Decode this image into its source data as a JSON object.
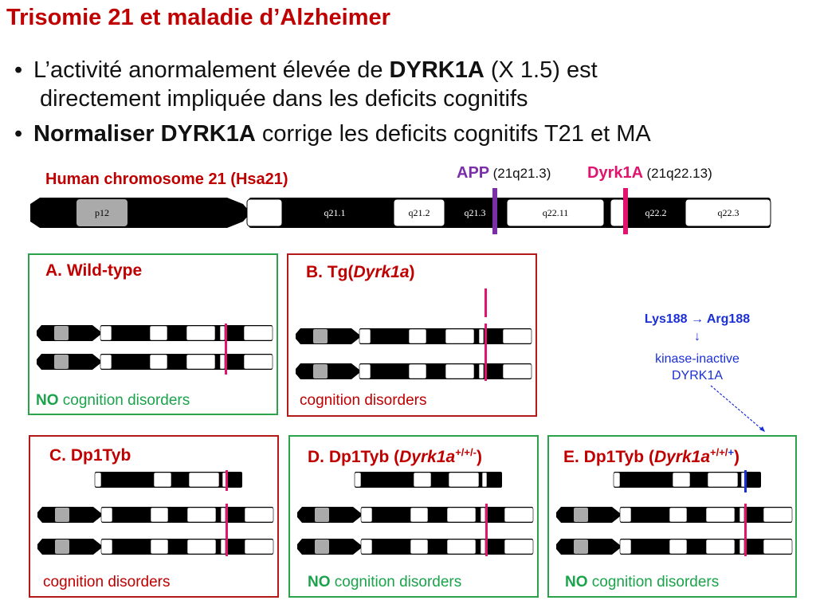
{
  "title": "Trisomie 21 et maladie d’Alzheimer",
  "bullets": [
    {
      "line1_a": "L’activité anormalement élevée de ",
      "line1_b": "DYRK1A",
      "line1_c": " (X 1.5) est",
      "line2": "directement impliquée dans les deficits cognitifs"
    },
    {
      "line1_b": "Normaliser DYRK1A",
      "line1_c": " corrige les deficits cognitifs T21 et MA"
    }
  ],
  "chromosome": {
    "label": "Human chromosome 21 (Hsa21)",
    "bands": [
      "p12",
      "q21.1",
      "q21.2",
      "q21.3",
      "q22.11",
      "q22.2",
      "q22.3"
    ],
    "genes": [
      {
        "name": "APP",
        "locus": "(21q21.3)",
        "color": "#7a2fa8"
      },
      {
        "name": "Dyrk1A",
        "locus": "(21q22.13)",
        "color": "#e0146e"
      }
    ]
  },
  "panels": [
    {
      "id": "A",
      "title": "A. Wild-type",
      "status_no": "NO",
      "status_text": " cognition disorders",
      "outcome": "normal"
    },
    {
      "id": "B",
      "title_a": "B. Tg(",
      "title_i": "Dyrk1a",
      "title_c": ")",
      "status_text": "cognition disorders",
      "outcome": "impaired"
    },
    {
      "id": "C",
      "title": "C. Dp1Tyb",
      "status_text": "cognition disorders",
      "outcome": "impaired"
    },
    {
      "id": "D",
      "title_a": "D. Dp1Tyb (",
      "title_i": "Dyrk1a",
      "title_sup": "+/+/-",
      "title_c": ")",
      "status_no": "NO",
      "status_text": " cognition disorders",
      "outcome": "normal"
    },
    {
      "id": "E",
      "title_a": "E. Dp1Tyb (",
      "title_i": "Dyrk1a",
      "title_sup_a": "+/+/",
      "title_sup_b": "+",
      "title_c": ")",
      "status_no": "NO",
      "status_text": " cognition disorders",
      "outcome": "normal"
    }
  ],
  "mutation": {
    "label": "Lys188 → Arg188",
    "arrow": "↓",
    "line1": "kinase-inactive",
    "line2": "DYRK1A"
  },
  "colors": {
    "title": "#c00000",
    "app": "#7a2fa8",
    "dyrk1a": "#e0146e",
    "mutation": "#1a2fd6",
    "normal": "#1aa34a",
    "impaired": "#c00000"
  }
}
